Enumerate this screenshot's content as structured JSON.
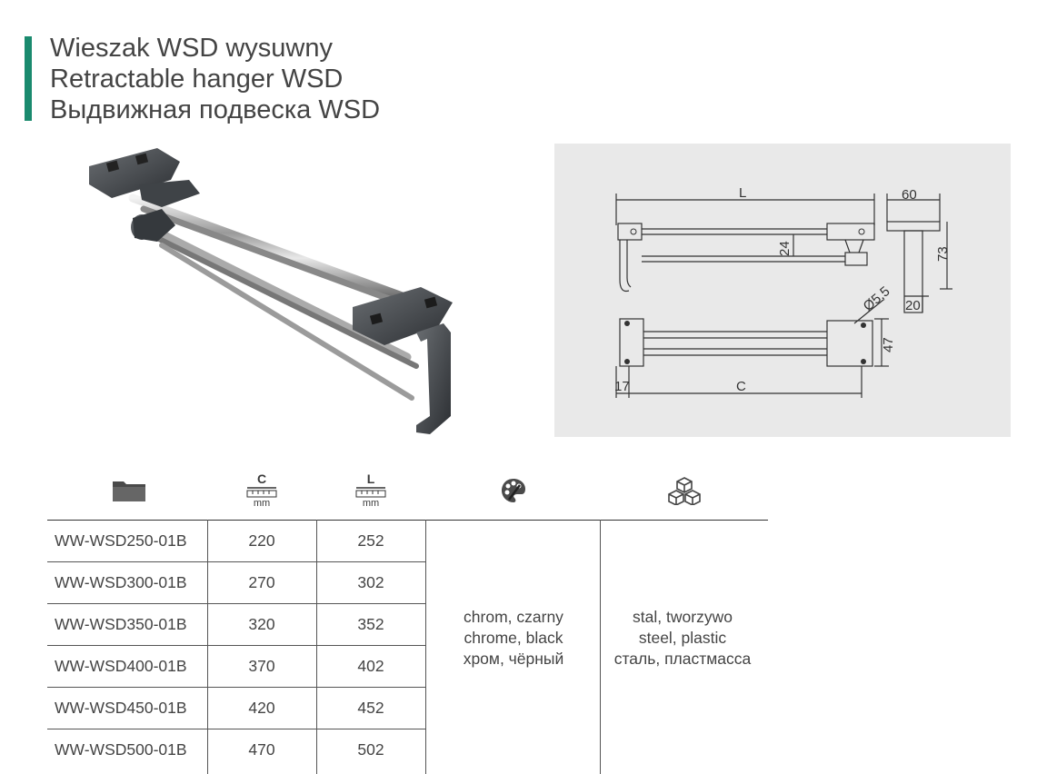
{
  "title": {
    "pl": "Wieszak WSD wysuwny",
    "en": "Retractable hanger WSD",
    "ru": "Выдвижная подвеска WSD"
  },
  "drawing": {
    "dim_L": "L",
    "dim_60": "60",
    "dim_24": "24",
    "dim_73": "73",
    "dim_20": "20",
    "dim_d55": "Ø5,5",
    "dim_47": "47",
    "dim_17": "17",
    "dim_C": "C"
  },
  "table": {
    "icons": [
      "folder-icon",
      "ruler-c-icon",
      "ruler-l-icon",
      "palette-icon",
      "cubes-icon"
    ],
    "header_c_letter": "C",
    "header_l_letter": "L",
    "header_unit": "mm",
    "rows": [
      {
        "code": "WW-WSD250-01B",
        "c": "220",
        "l": "252"
      },
      {
        "code": "WW-WSD300-01B",
        "c": "270",
        "l": "302"
      },
      {
        "code": "WW-WSD350-01B",
        "c": "320",
        "l": "352"
      },
      {
        "code": "WW-WSD400-01B",
        "c": "370",
        "l": "402"
      },
      {
        "code": "WW-WSD450-01B",
        "c": "420",
        "l": "452"
      },
      {
        "code": "WW-WSD500-01B",
        "c": "470",
        "l": "502"
      }
    ],
    "finish": [
      "chrom, czarny",
      "chrome, black",
      "хром, чёрный"
    ],
    "material": [
      "stal, tworzywo",
      "steel, plastic",
      "сталь, пластмасса"
    ]
  }
}
